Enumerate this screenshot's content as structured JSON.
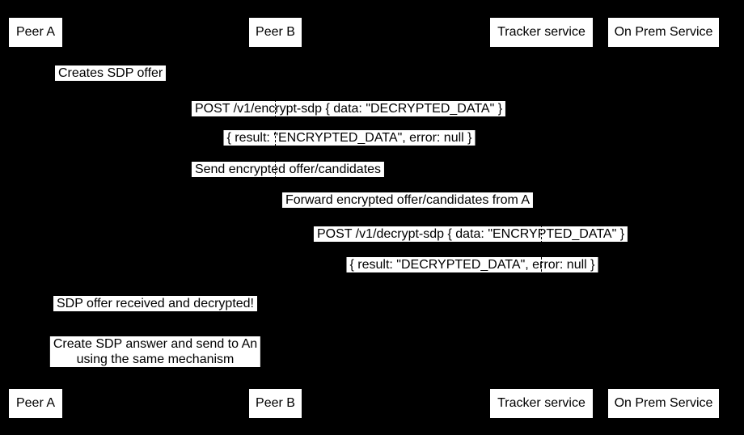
{
  "diagram": {
    "type": "sequence-diagram",
    "background_color": "#000000",
    "box_background_color": "#ffffff",
    "text_color": "#000000"
  },
  "participants": [
    {
      "id": "peer-a",
      "label": "Peer A"
    },
    {
      "id": "peer-b",
      "label": "Peer B"
    },
    {
      "id": "tracker-service",
      "label": "Tracker service"
    },
    {
      "id": "on-prem-service",
      "label": "On Prem Service"
    }
  ],
  "messages": [
    {
      "from": "peer-a",
      "to": "peer-a",
      "text": "Creates SDP offer"
    },
    {
      "from": "peer-a",
      "to": "on-prem-service",
      "text": "POST /v1/encrypt-sdp { data: \"DECRYPTED_DATA\" }"
    },
    {
      "from": "on-prem-service",
      "to": "peer-a",
      "text": "{ result: \"ENCRYPTED_DATA\", error: null }"
    },
    {
      "from": "peer-a",
      "to": "tracker-service",
      "text": "Send encrypted offer/candidates"
    },
    {
      "from": "tracker-service",
      "to": "peer-b",
      "text": "Forward encrypted offer/candidates from A"
    },
    {
      "from": "peer-b",
      "to": "on-prem-service",
      "text": "POST /v1/decrypt-sdp { data: \"ENCRYPTED_DATA\" }"
    },
    {
      "from": "on-prem-service",
      "to": "peer-b",
      "text": "{ result: \"DECRYPTED_DATA\", error: null }"
    },
    {
      "from": "peer-b",
      "to": "peer-a",
      "text": "SDP offer received and decrypted!"
    },
    {
      "from": "peer-b",
      "to": "peer-a",
      "text": "Create SDP answer and send to An\nusing the same mechanism"
    }
  ]
}
